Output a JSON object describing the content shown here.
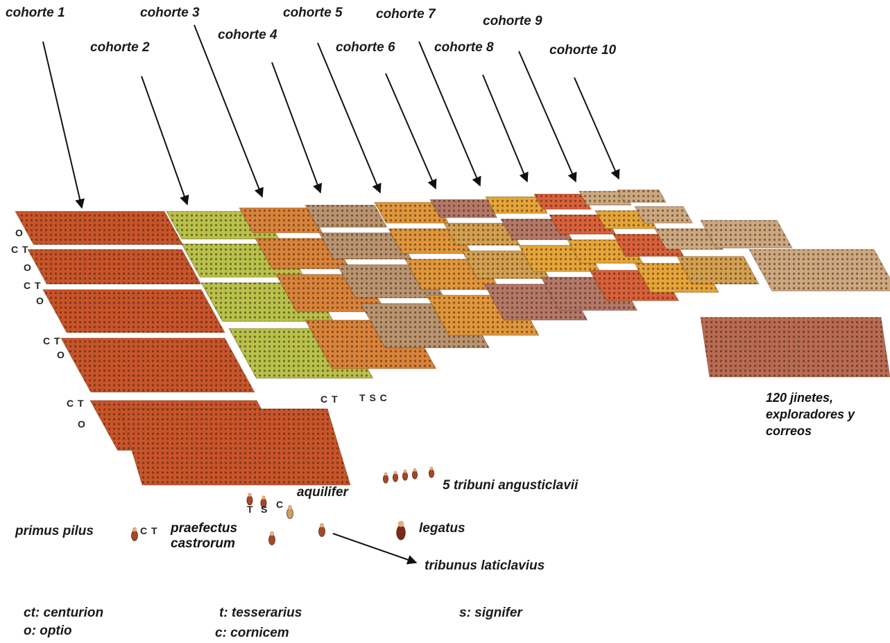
{
  "cohorts": [
    {
      "label": "cohorte 1",
      "color": "#c8542a"
    },
    {
      "label": "cohorte 2",
      "color": "#b7c24a"
    },
    {
      "label": "cohorte 3",
      "color": "#d9833a"
    },
    {
      "label": "cohorte 4",
      "color": "#b89470"
    },
    {
      "label": "cohorte 5",
      "color": "#e0963a"
    },
    {
      "label": "cohorte 6",
      "color": "#d2a050"
    },
    {
      "label": "cohorte 7",
      "color": "#b47868"
    },
    {
      "label": "cohorte 8",
      "color": "#e5a538"
    },
    {
      "label": "cohorte 9",
      "color": "#d8603a"
    },
    {
      "label": "cohorte 10",
      "color": "#cca880"
    }
  ],
  "cavalry_label": [
    "120 jinetes,",
    "exploradores y",
    "correos"
  ],
  "officers": {
    "primus_pilus": "primus pilus",
    "praefectus": [
      "praefectus",
      "castrorum"
    ],
    "aquilifer": "aquilifer",
    "tribuni": "5 tribuni angusticlavii",
    "legatus": "legatus",
    "tribunus_laticlavius": "tribunus laticlavius"
  },
  "letters": {
    "o": "O",
    "ct": "C T",
    "tsc": "T S C",
    "t": "T",
    "s": "S",
    "c": "C"
  },
  "legend": {
    "ct": "ct: centurion",
    "o": "o: optio",
    "t": "t: tesserarius",
    "c": "c: cornicem",
    "s": "s: signifer"
  }
}
